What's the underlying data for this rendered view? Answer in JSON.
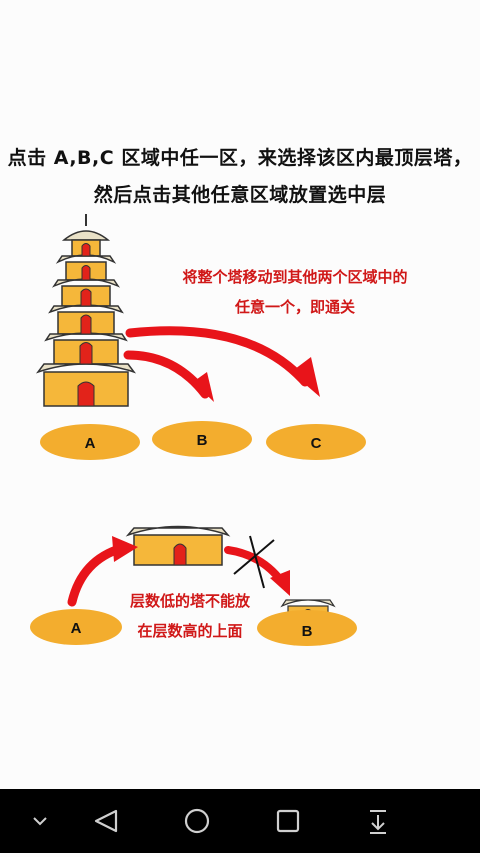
{
  "instructions": {
    "line1": "点击 A,B,C 区域中任一区，来选择该区内最顶层塔，",
    "line2": "然后点击其他任意区域放置选中层"
  },
  "goal_note": {
    "line1": "将整个塔移动到其他两个区域中的",
    "line2": "任意一个，即通关"
  },
  "rule_note": {
    "line1": "层数低的塔不能放",
    "line2": "在层数高的上面"
  },
  "zones_top": [
    {
      "label": "A"
    },
    {
      "label": "B"
    },
    {
      "label": "C"
    }
  ],
  "zones_bottom": [
    {
      "label": "A"
    },
    {
      "label": "B"
    }
  ],
  "colors": {
    "zone_fill": "#f3ad2e",
    "tower_body": "#f5b73a",
    "tower_roof": "#e9e1c7",
    "door": "#e2231a",
    "arrow": "#e8141a"
  },
  "icons": {
    "back": "back-triangle-icon",
    "home": "home-circle-icon",
    "recents": "recents-square-icon",
    "collapse": "chevron-down-icon",
    "download": "download-arrow-icon"
  }
}
